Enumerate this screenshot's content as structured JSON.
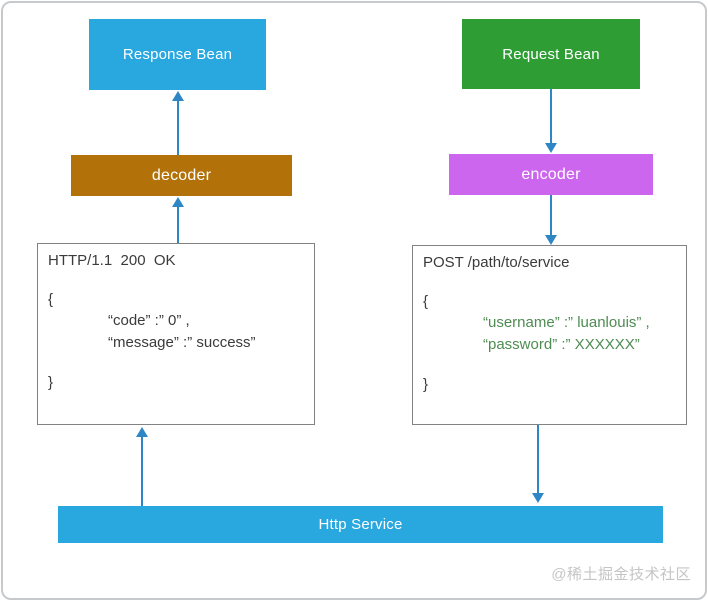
{
  "nodes": {
    "response_bean": {
      "label": "Response Bean",
      "color": "#29A7DF"
    },
    "request_bean": {
      "label": "Request Bean",
      "color": "#2E9E34"
    },
    "decoder": {
      "label": "decoder",
      "color": "#B27209"
    },
    "encoder": {
      "label": "encoder",
      "color": "#CC66EE"
    },
    "http_service": {
      "label": "Http Service",
      "color": "#29A7DF"
    }
  },
  "response_box": {
    "request_line": "HTTP/1.1  200  OK",
    "open_brace": "{",
    "lines": [
      "“code” :” 0” ,",
      "“message” :” success”"
    ],
    "close_brace": "}",
    "text_color": "#3B3B3B"
  },
  "request_box": {
    "request_line": "POST /path/to/service",
    "open_brace": "{",
    "lines": [
      "“username” :” luanlouis” ,",
      "“password” :” XXXXXX”"
    ],
    "close_brace": "}",
    "body_color": "#4E8C52"
  },
  "arrows": [
    {
      "from": "decoder",
      "to": "response_bean",
      "direction": "up"
    },
    {
      "from": "response_http_box",
      "to": "decoder",
      "direction": "up"
    },
    {
      "from": "request_bean",
      "to": "encoder",
      "direction": "down"
    },
    {
      "from": "encoder",
      "to": "request_http_box",
      "direction": "down"
    },
    {
      "from": "http_service",
      "to": "response_http_box",
      "direction": "up"
    },
    {
      "from": "request_http_box",
      "to": "http_service",
      "direction": "down"
    }
  ],
  "arrow_color": "#2E86C4",
  "watermark": "@稀土掘金技术社区"
}
